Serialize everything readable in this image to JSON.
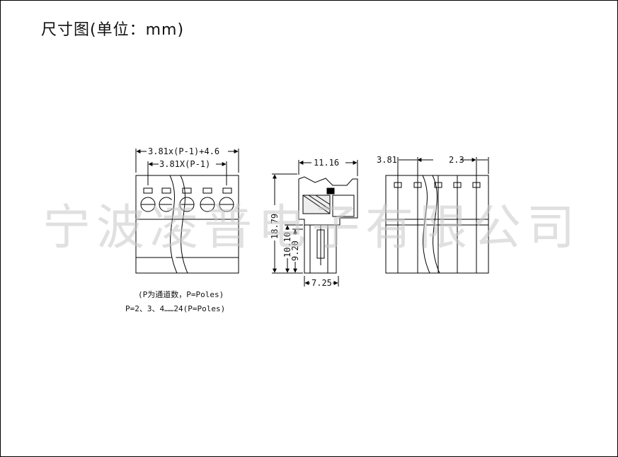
{
  "title": "尺寸图(单位：mm)",
  "watermark": "宁波凌普电子有限公司",
  "dimensions": {
    "front_total": "3.81x(P-1)+4.6",
    "front_pitch": "3.81X(P-1)",
    "side_depth": "11.16",
    "side_bottom": "7.25",
    "side_height_total": "18.79",
    "side_height_mid": "10.10",
    "side_height_low": "9.20",
    "back_pitch": "3.81",
    "back_offset": "2.3"
  },
  "notes": {
    "line1": "(P为通道数，P=Poles)",
    "line2": "P=2、3、4……24(P=Poles)"
  }
}
